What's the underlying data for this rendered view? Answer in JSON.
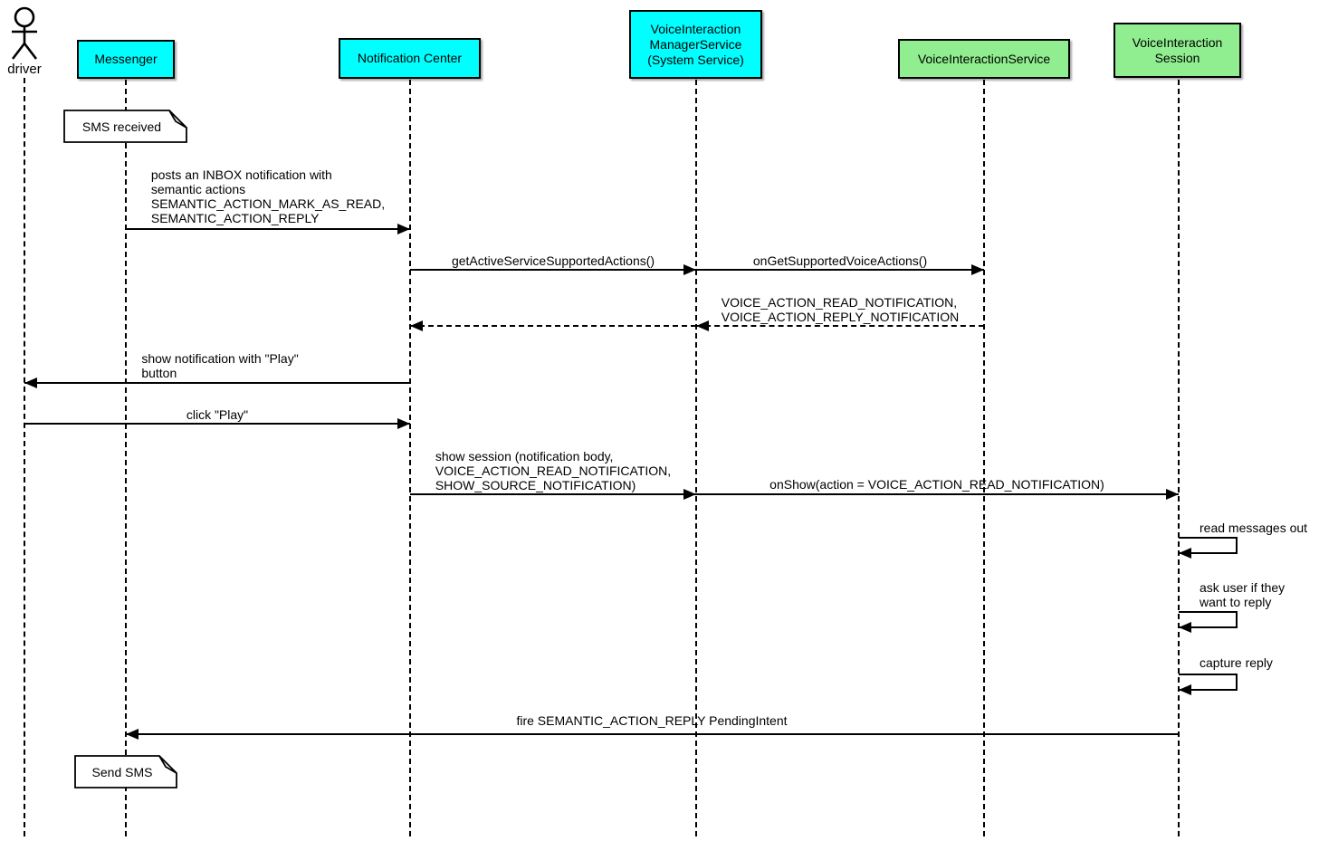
{
  "actor": {
    "label": "driver"
  },
  "participants": [
    {
      "id": "messenger",
      "label": "Messenger",
      "fill": "#00ffff"
    },
    {
      "id": "notification-center",
      "label": "Notification Center",
      "fill": "#00ffff"
    },
    {
      "id": "voice-interaction-manager-service",
      "label": "VoiceInteraction\nManagerService\n(System Service)",
      "fill": "#00ffff"
    },
    {
      "id": "voice-interaction-service",
      "label": "VoiceInteractionService",
      "fill": "#90ee90"
    },
    {
      "id": "voice-interaction-session",
      "label": "VoiceInteraction\nSession",
      "fill": "#90ee90"
    }
  ],
  "notes": [
    {
      "attached_to": "messenger",
      "text": "SMS received"
    },
    {
      "attached_to": "messenger",
      "text": "Send SMS"
    }
  ],
  "messages": [
    {
      "from": "messenger",
      "to": "notification-center",
      "kind": "solid",
      "label": "posts an INBOX notification with\nsemantic actions\nSEMANTIC_ACTION_MARK_AS_READ,\nSEMANTIC_ACTION_REPLY"
    },
    {
      "from": "notification-center",
      "to": "voice-interaction-manager-service",
      "kind": "solid",
      "label": "getActiveServiceSupportedActions()"
    },
    {
      "from": "voice-interaction-manager-service",
      "to": "voice-interaction-service",
      "kind": "solid",
      "label": "onGetSupportedVoiceActions()"
    },
    {
      "from": "voice-interaction-service",
      "to": "voice-interaction-manager-service",
      "kind": "dashed-return",
      "label": "VOICE_ACTION_READ_NOTIFICATION,\nVOICE_ACTION_REPLY_NOTIFICATION"
    },
    {
      "from": "voice-interaction-manager-service",
      "to": "notification-center",
      "kind": "dashed-return",
      "label": ""
    },
    {
      "from": "notification-center",
      "to": "driver",
      "kind": "solid",
      "label": "show notification with \"Play\"\nbutton"
    },
    {
      "from": "driver",
      "to": "notification-center",
      "kind": "solid",
      "label": "click \"Play\""
    },
    {
      "from": "notification-center",
      "to": "voice-interaction-manager-service",
      "kind": "solid",
      "label": "show session (notification body,\nVOICE_ACTION_READ_NOTIFICATION,\nSHOW_SOURCE_NOTIFICATION)"
    },
    {
      "from": "voice-interaction-manager-service",
      "to": "voice-interaction-session",
      "kind": "solid",
      "label": "onShow(action = VOICE_ACTION_READ_NOTIFICATION)"
    },
    {
      "from": "voice-interaction-session",
      "to": "voice-interaction-session",
      "kind": "self",
      "label": "read messages out"
    },
    {
      "from": "voice-interaction-session",
      "to": "voice-interaction-session",
      "kind": "self",
      "label": "ask user if they\nwant to reply"
    },
    {
      "from": "voice-interaction-session",
      "to": "voice-interaction-session",
      "kind": "self",
      "label": "capture reply"
    },
    {
      "from": "voice-interaction-session",
      "to": "messenger",
      "kind": "solid",
      "label": "fire SEMANTIC_ACTION_REPLY PendingIntent"
    }
  ],
  "colors": {
    "cyan": "#00ffff",
    "green": "#90ee90",
    "line": "#000000",
    "background": "#ffffff"
  }
}
